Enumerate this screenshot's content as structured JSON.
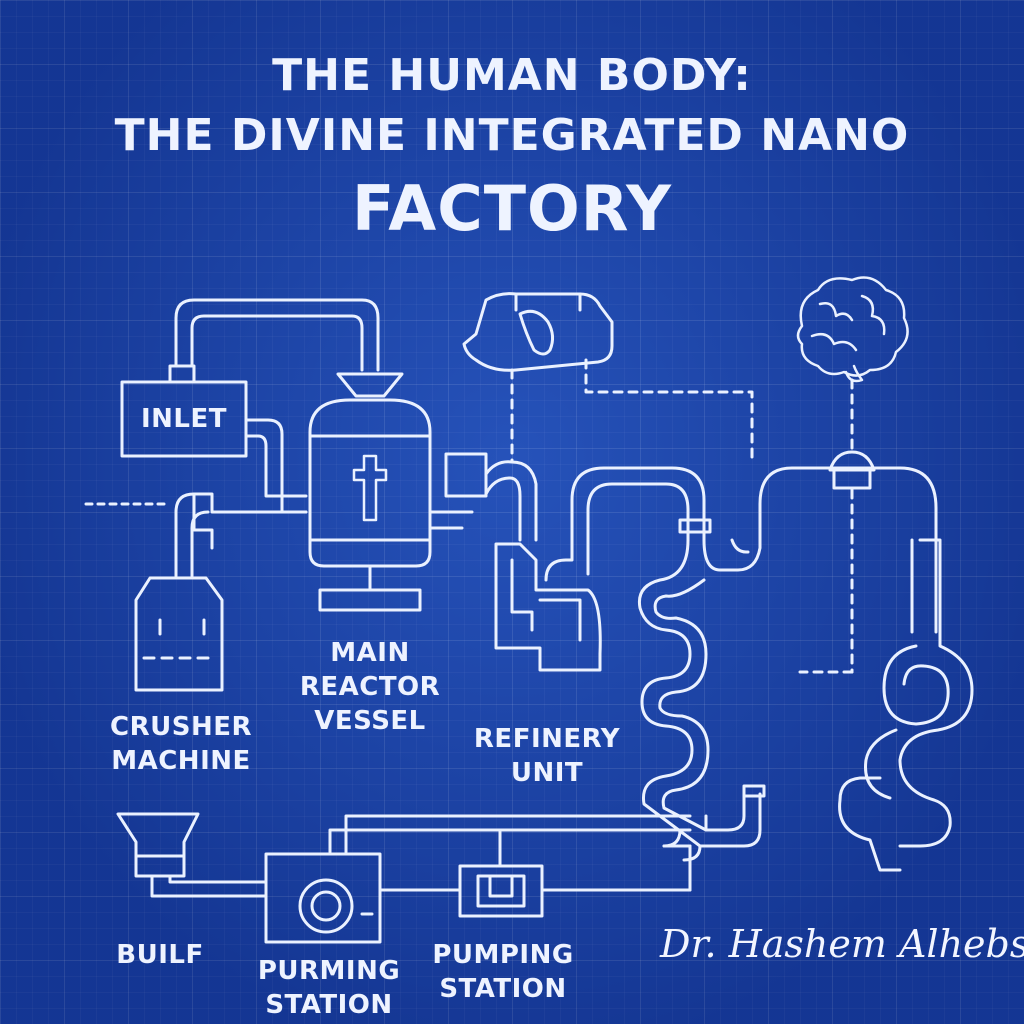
{
  "title": {
    "line1": "THE HUMAN BODY:",
    "line2": "THE DIVINE INTEGRATED NANO",
    "line3": "FACTORY"
  },
  "labels": {
    "inlet": "INLET",
    "crusher": [
      "CRUSHER",
      "MACHINE"
    ],
    "main_reactor": [
      "MAIN",
      "REACTOR",
      "VESSEL"
    ],
    "refinery": [
      "REFINERY",
      "UNIT"
    ],
    "builf": "BUILF",
    "purming": [
      "PURMING",
      "STATION"
    ],
    "pumping": [
      "PUMPING",
      "STATION"
    ]
  },
  "signature": "Dr. Hashem Alhebshi",
  "colors": {
    "background": "#1a43a8",
    "line": "#eaf1ff"
  },
  "icons": [
    "brain-icon",
    "reactor-cross-icon",
    "liver-unit-icon",
    "pump-wheel-icon"
  ]
}
